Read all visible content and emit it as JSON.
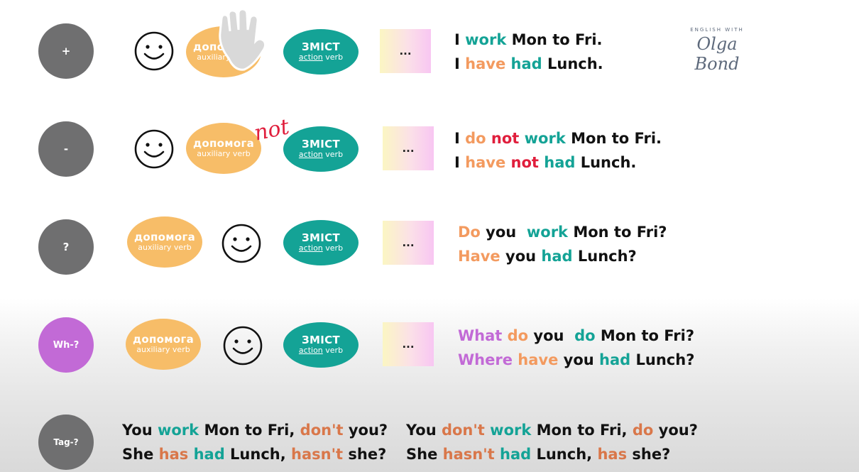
{
  "logo": {
    "top": "ENGLISH WITH",
    "script": "Olga Bond"
  },
  "rows": {
    "plus": {
      "sign": "+",
      "aux": {
        "title": "допомога",
        "subtitle": "auxiliary verb"
      },
      "main": {
        "title": "ЗМІСТ",
        "sub1": "action",
        "sub2": "verb"
      },
      "dots": "...",
      "line1": {
        "w1": "I",
        "w2": "work",
        "w3": "Mon to Fri."
      },
      "line2": {
        "w1": "I",
        "w2": "have",
        "w3": "had",
        "w4": "Lunch."
      }
    },
    "minus": {
      "sign": "-",
      "aux": {
        "title": "допомога",
        "subtitle": "auxiliary verb"
      },
      "not_word": "not",
      "main": {
        "title": "ЗМІСТ",
        "sub1": "action",
        "sub2": "verb"
      },
      "dots": "...",
      "line1": {
        "w1": "I",
        "w2": "do",
        "w3": "not",
        "w4": "work",
        "w5": "Mon to Fri."
      },
      "line2": {
        "w1": "I",
        "w2": "have",
        "w3": "not",
        "w4": "had",
        "w5": "Lunch."
      }
    },
    "question": {
      "sign": "?",
      "aux": {
        "title": "допомога",
        "subtitle": "auxiliary verb"
      },
      "main": {
        "title": "ЗМІСТ",
        "sub1": "action",
        "sub2": "verb"
      },
      "dots": "...",
      "line1": {
        "w1": "Do",
        "w2": "you",
        "w3": "work",
        "w4": "Mon to Fri?"
      },
      "line2": {
        "w1": "Have",
        "w2": "you",
        "w3": "had",
        "w4": "Lunch?"
      }
    },
    "wh": {
      "sign": "Wh-?",
      "aux": {
        "title": "допомога",
        "subtitle": "auxiliary verb"
      },
      "main": {
        "title": "ЗМІСТ",
        "sub1": "action",
        "sub2": "verb"
      },
      "dots": "...",
      "line1": {
        "w1": "What",
        "w2": "do",
        "w3": "you",
        "w4": "do",
        "w5": "Mon to Fri?"
      },
      "line2": {
        "w1": "Where",
        "w2": "have",
        "w3": "you",
        "w4": "had",
        "w5": "Lunch?"
      }
    },
    "tag": {
      "sign": "Tag-?",
      "left1": {
        "w1": "You",
        "w2": "work",
        "w3": "Mon to Fri,",
        "w4": "don't",
        "w5": "you?"
      },
      "left2": {
        "w1": "She",
        "w2": "has",
        "w3": "had",
        "w4": "Lunch,",
        "w5": "hasn't",
        "w6": "she?"
      },
      "right1": {
        "w1": "You",
        "w2": "don't",
        "w3": "work",
        "w4": "Mon to Fri,",
        "w5": "do",
        "w6": "you?"
      },
      "right2": {
        "w1": "She",
        "w2": "hasn't",
        "w3": "had",
        "w4": "Lunch,",
        "w5": "has",
        "w6": "she?"
      }
    }
  },
  "colors": {
    "teal": "#14a396",
    "orange": "#f39a5f",
    "red": "#e01e3c",
    "purple": "#c26ad6",
    "grey_circle": "#6f6f70",
    "aux_oval": "#f7bd68"
  },
  "icons": {
    "smiley": "smiley-face-icon",
    "hand": "hand-cursor-icon"
  }
}
